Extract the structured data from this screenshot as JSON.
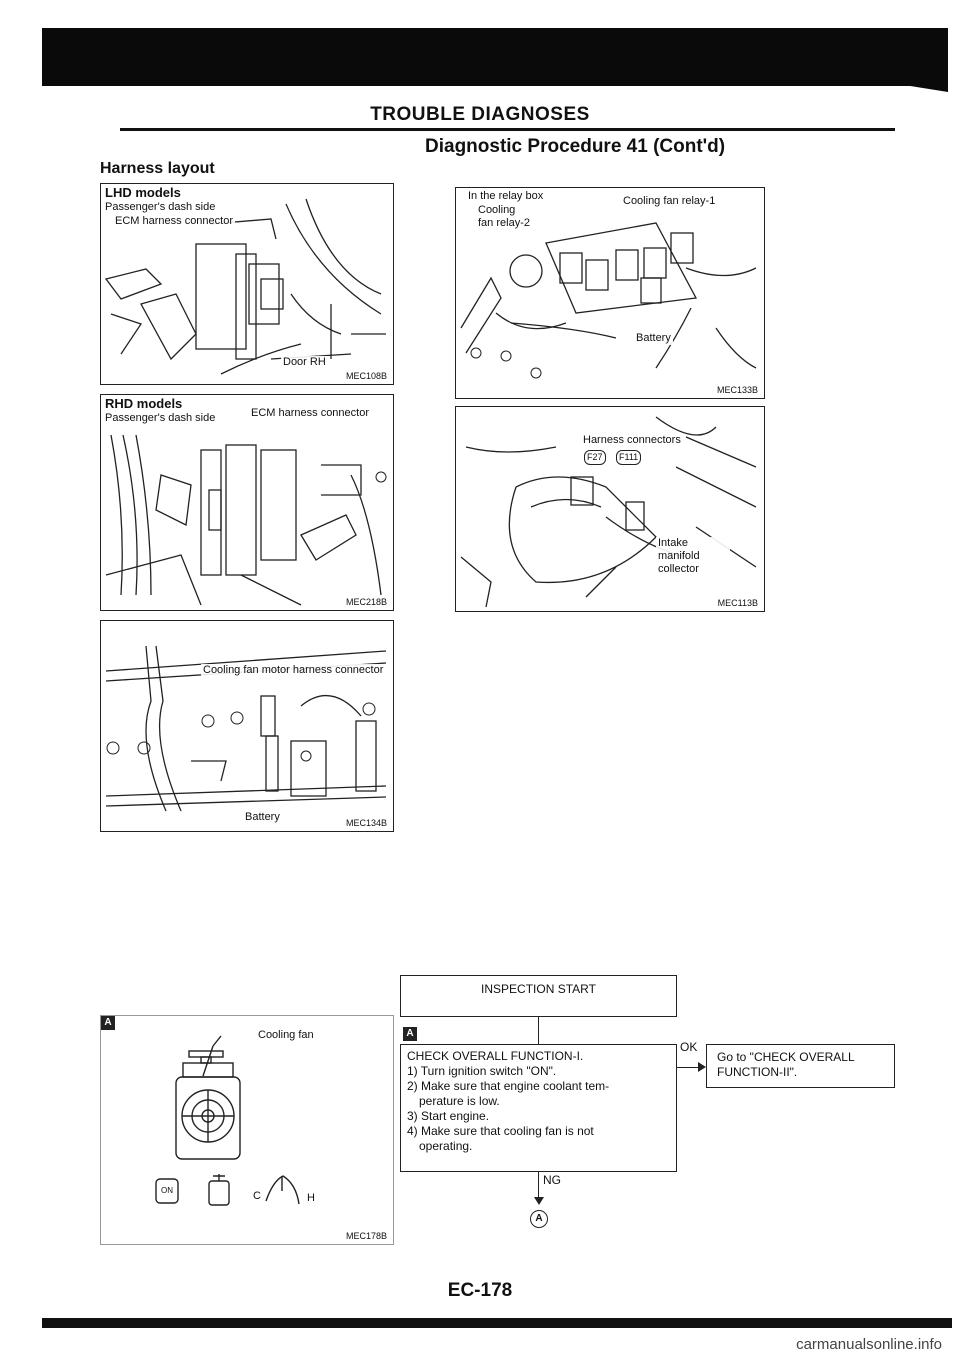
{
  "header": {
    "title": "TROUBLE DIAGNOSES",
    "subtitle": "Diagnostic Procedure 41 (Cont'd)"
  },
  "section": {
    "title": "Harness layout"
  },
  "figures": {
    "lhd": {
      "heading": "LHD models",
      "labels": [
        "Passenger's dash side",
        "ECM harness connector",
        "Door RH"
      ],
      "code": "MEC108B"
    },
    "rhd": {
      "heading": "RHD models",
      "labels": [
        "Passenger's dash side",
        "ECM harness connector"
      ],
      "code": "MEC218B"
    },
    "fan_motor": {
      "labels": [
        "Cooling fan motor harness connector",
        "Battery"
      ],
      "code": "MEC134B"
    },
    "relay_box": {
      "labels": [
        "In the relay box",
        "Cooling fan relay-2",
        "Cooling fan relay-1",
        "Battery"
      ],
      "code": "MEC133B"
    },
    "intake": {
      "labels": [
        "Harness connectors",
        "F27",
        "F111",
        "Intake manifold collector"
      ],
      "code": "MEC113B"
    },
    "fan_check": {
      "marker": "A",
      "label": "Cooling fan",
      "symbols": [
        "ON",
        "C",
        "H"
      ],
      "code": "MEC178B"
    }
  },
  "flow": {
    "start": "INSPECTION START",
    "marker": "A",
    "check": {
      "title": "CHECK OVERALL FUNCTION-I.",
      "steps": [
        "1) Turn ignition switch \"ON\".",
        "2) Make sure that engine coolant tem-",
        "perature is low.",
        "3) Start engine.",
        "4) Make sure that cooling fan is not",
        "operating."
      ]
    },
    "ok_label": "OK",
    "ok_result": [
      "Go to \"CHECK OVERALL",
      "FUNCTION-II\"."
    ],
    "ng_label": "NG",
    "next": "A"
  },
  "footer": {
    "page": "EC-178",
    "watermark": "carmanualsonline.info"
  }
}
